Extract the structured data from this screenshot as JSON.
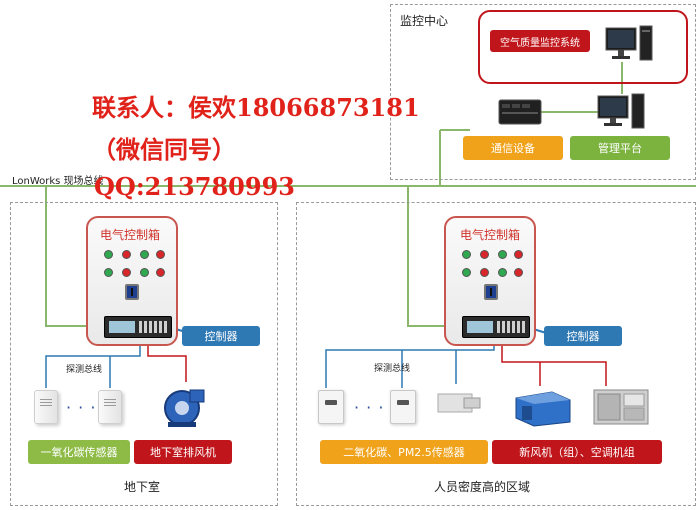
{
  "monitor_center": {
    "title": "监控中心",
    "system_label": "空气质量监控系统",
    "comm_device_label": "通信设备",
    "mgmt_platform_label": "管理平台"
  },
  "bus": {
    "lonworks_label": "LonWorks 现场总线"
  },
  "watermark": {
    "line1": "联系人：侯欢18066873181",
    "line2": "（微信同号）",
    "line3": "QQ:213780993"
  },
  "basement": {
    "cabinet_title": "电气控制箱",
    "controller_label": "控制器",
    "detect_bus_label": "探测总线",
    "sensor_tag": "一氧化碳传感器",
    "fan_tag": "地下室排风机",
    "zone_caption": "地下室"
  },
  "crowded_area": {
    "cabinet_title": "电气控制箱",
    "controller_label": "控制器",
    "detect_bus_label": "探测总线",
    "sensor_tag": "二氧化碳、PM2.5传感器",
    "equip_tag": "新风机（组）、空调机组",
    "zone_caption": "人员密度高的区域"
  },
  "colors": {
    "system_red": "#c0161b",
    "comm_orange": "#f0a21a",
    "mgmt_green": "#7cb33f",
    "controller_blue": "#2e78b4",
    "sensor_green": "#8dbb46",
    "fan_red": "#c0161b",
    "bus_green": "#8ab86a",
    "watermark_red": "#e0221a"
  },
  "icons": [
    "pc-icon",
    "network-device-icon",
    "sensor-icon",
    "fan-icon",
    "control-cabinet-icon",
    "hvac-unit-icon"
  ]
}
